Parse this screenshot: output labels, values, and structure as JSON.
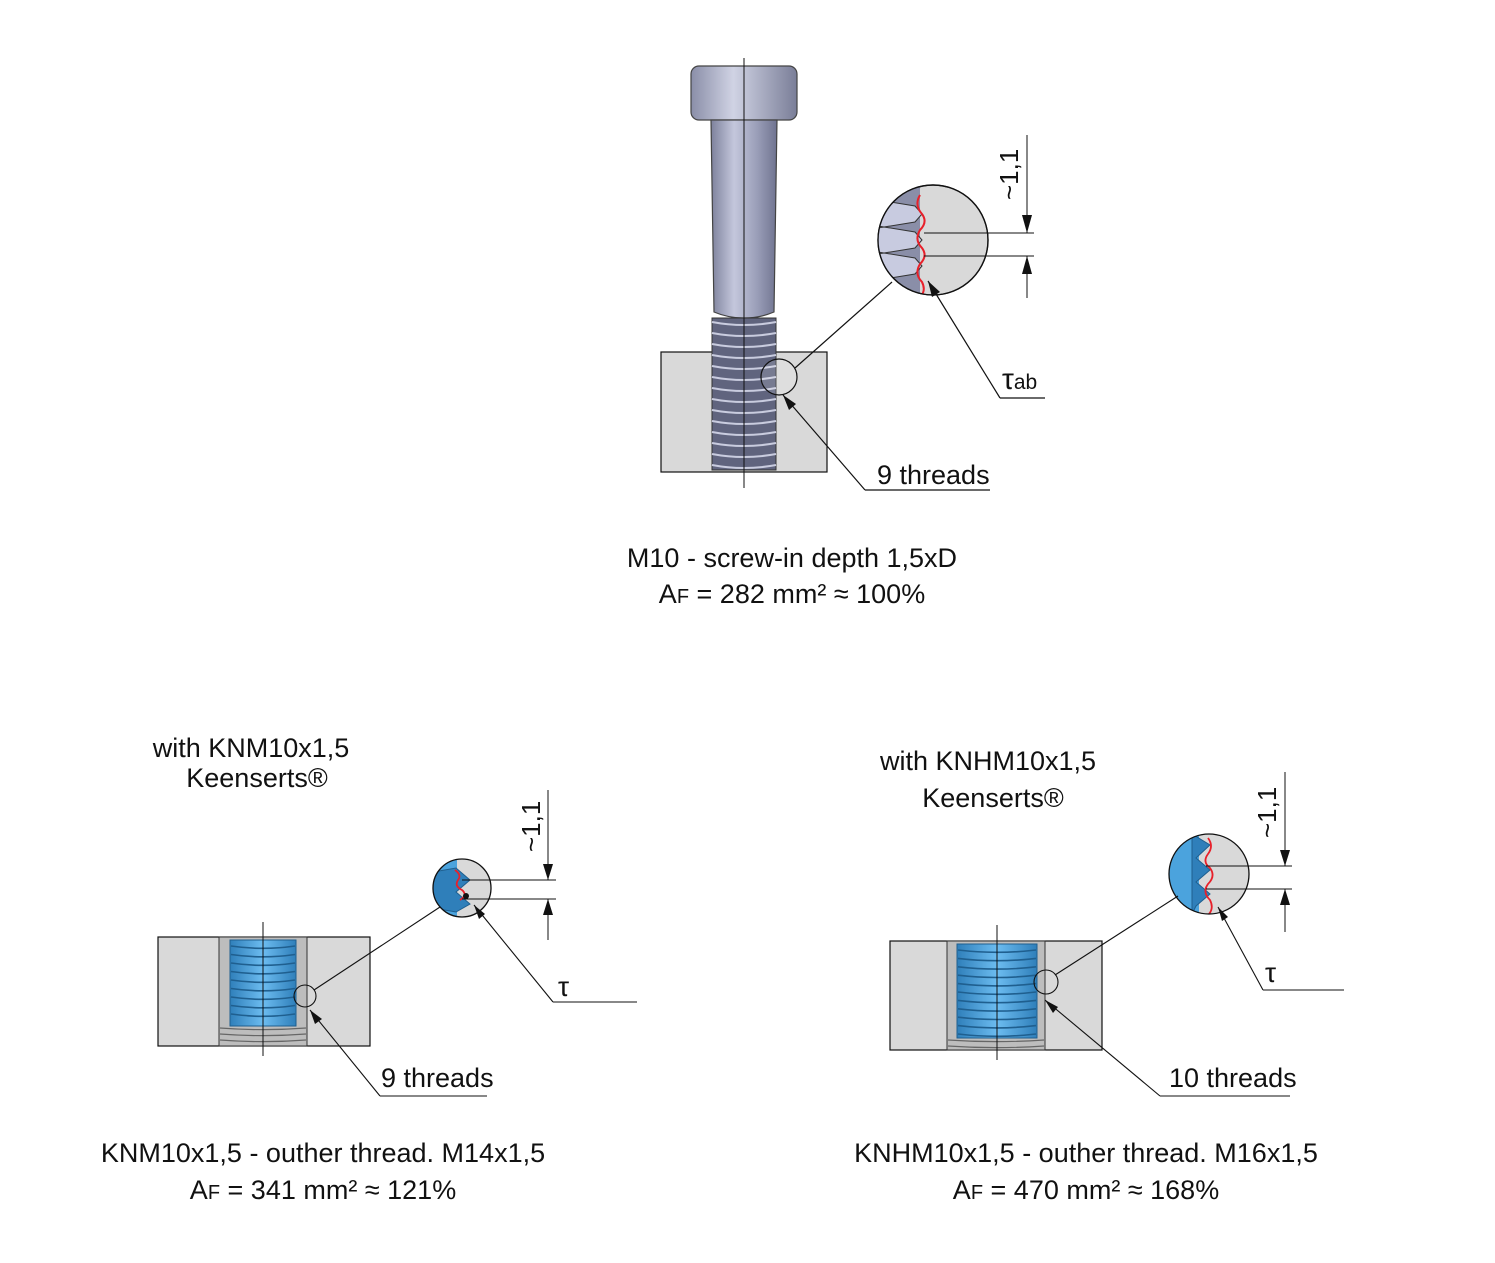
{
  "colors": {
    "block": "#d9d9d9",
    "screw": "#a9adc6",
    "screw_dark": "#6f7390",
    "insert": "#4ba3dd",
    "insert_dark": "#1f5f8f",
    "shear_line": "#e8202a",
    "line": "#111111"
  },
  "top": {
    "dimension": "~1,1",
    "tau": "τ",
    "tau_subscript": "ab",
    "threads_label": "9 threads",
    "caption_line1": "M10 - screw-in depth 1,5xD",
    "caption_line2_prefix": "A",
    "caption_line2_sub": "F",
    "caption_line2_rest": " = 282 mm² ≈ 100%"
  },
  "left": {
    "title_line1": "with KNM10x1,5",
    "title_line2": "Keenserts®",
    "dimension": "~1,1",
    "tau": "τ",
    "threads_label": "9 threads",
    "caption_line1": "KNM10x1,5 - outher thread. M14x1,5",
    "caption_line2_prefix": "A",
    "caption_line2_sub": "F",
    "caption_line2_rest": " = 341 mm² ≈ 121%"
  },
  "right": {
    "title_line1": "with KNHM10x1,5",
    "title_line2": "Keenserts®",
    "dimension": "~1,1",
    "tau": "τ",
    "threads_label": "10 threads",
    "caption_line1": "KNHM10x1,5 - outher thread. M16x1,5",
    "caption_line2_prefix": "A",
    "caption_line2_sub": "F",
    "caption_line2_rest": " = 470 mm² ≈ 168%"
  }
}
